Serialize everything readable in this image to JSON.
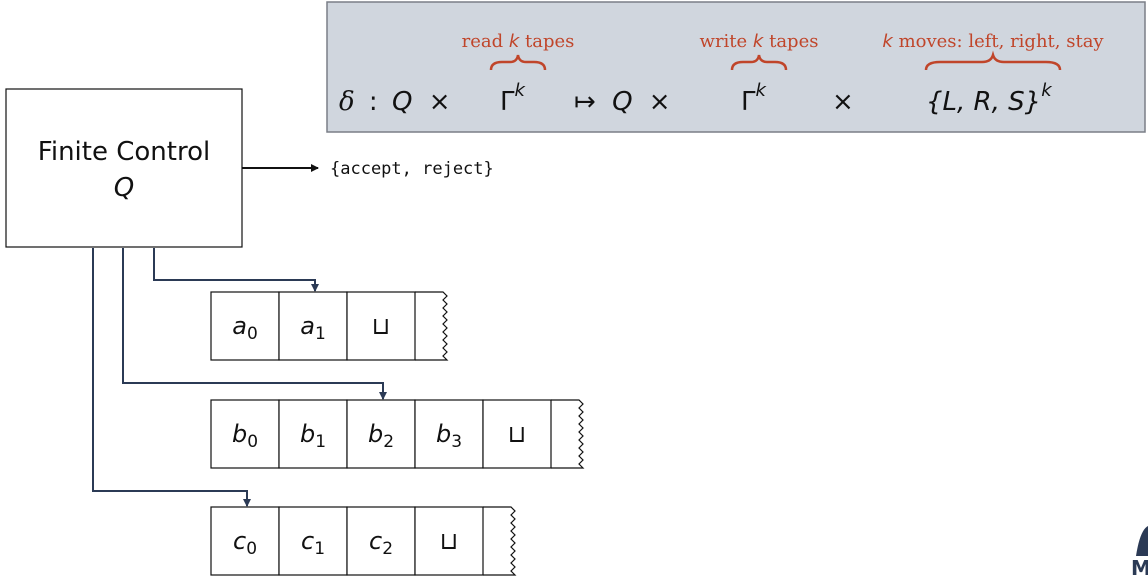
{
  "colors": {
    "accent": "#c0452a",
    "navy": "#2b3a55",
    "box_fill": "#d0d6de",
    "box_border": "#7a7f87",
    "text": "#111111"
  },
  "transition": {
    "delta": "δ",
    "colon": ":",
    "Q1": "Q",
    "times1": "×",
    "gamma1": "Γ",
    "k1": "k",
    "mapsto": "↦",
    "Q2": "Q",
    "times2": "×",
    "gamma2": "Γ",
    "k2": "k",
    "times3": "×",
    "moves_set": "{L, R, S}",
    "k3": "k",
    "annotations": {
      "read_pre": "read ",
      "read_k": "k",
      "read_post": " tapes",
      "write_pre": "write ",
      "write_k": "k",
      "write_post": " tapes",
      "moves_k": "k",
      "moves_post": " moves: left, right, stay"
    }
  },
  "control": {
    "title": "Finite Control",
    "state": "Q",
    "output": "{accept, reject}"
  },
  "tapes": [
    {
      "name": "tape-a",
      "cells": [
        {
          "base": "a",
          "sub": "0"
        },
        {
          "base": "a",
          "sub": "1"
        },
        {
          "base": "⊔",
          "sub": ""
        }
      ]
    },
    {
      "name": "tape-b",
      "cells": [
        {
          "base": "b",
          "sub": "0"
        },
        {
          "base": "b",
          "sub": "1"
        },
        {
          "base": "b",
          "sub": "2"
        },
        {
          "base": "b",
          "sub": "3"
        },
        {
          "base": "⊔",
          "sub": ""
        }
      ]
    },
    {
      "name": "tape-c",
      "cells": [
        {
          "base": "c",
          "sub": "0"
        },
        {
          "base": "c",
          "sub": "1"
        },
        {
          "base": "c",
          "sub": "2"
        },
        {
          "base": "⊔",
          "sub": ""
        }
      ]
    }
  ],
  "logo": {
    "text": "M"
  }
}
